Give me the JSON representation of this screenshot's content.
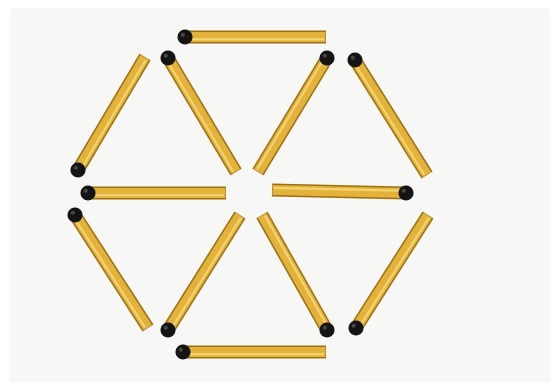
{
  "puzzle": {
    "type": "matchstick-puzzle",
    "shape": "hexagon-of-six-triangles",
    "matchstick_count": 12,
    "colors": {
      "stick": "#e2b23a",
      "stick_edge": "#9c6f12",
      "stick_highlight": "#f6d97a",
      "head": "#141414",
      "background": "#f7f7f6"
    },
    "matchsticks": [
      {
        "id": "top",
        "head": "left"
      },
      {
        "id": "upper-left-outer",
        "head": "bottom"
      },
      {
        "id": "upper-left-inner",
        "head": "top"
      },
      {
        "id": "upper-right-inner",
        "head": "top"
      },
      {
        "id": "upper-right-outer",
        "head": "top"
      },
      {
        "id": "middle-left",
        "head": "left"
      },
      {
        "id": "middle-right",
        "head": "right"
      },
      {
        "id": "lower-left-outer",
        "head": "top"
      },
      {
        "id": "lower-left-inner",
        "head": "bottom"
      },
      {
        "id": "lower-right-inner",
        "head": "bottom"
      },
      {
        "id": "lower-right-outer",
        "head": "bottom"
      },
      {
        "id": "bottom",
        "head": "left"
      }
    ]
  }
}
